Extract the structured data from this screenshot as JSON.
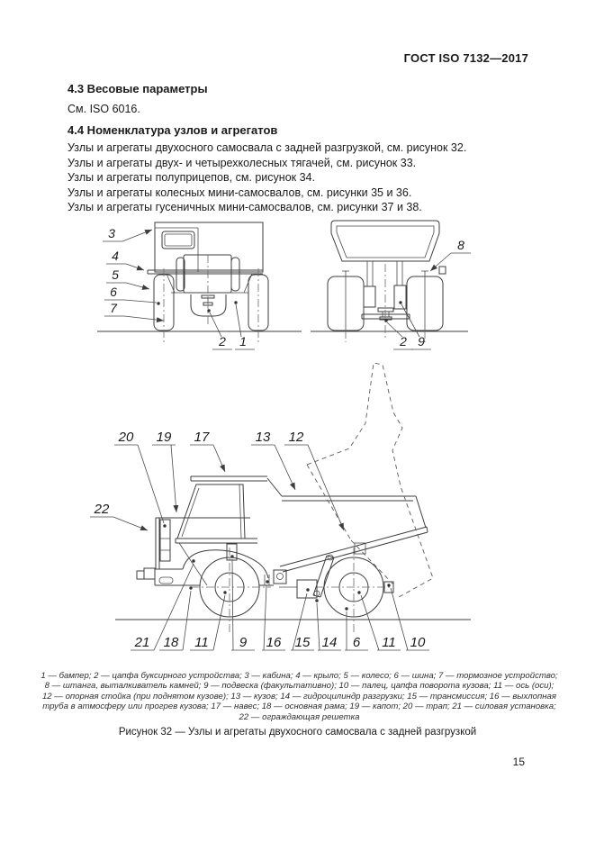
{
  "header": {
    "title": "ГОСТ ISO 7132—2017"
  },
  "section43": {
    "heading": "4.3 Весовые параметры",
    "body": "См. ISO 6016."
  },
  "section44": {
    "heading": "4.4 Номенклатура узлов и агрегатов",
    "lines": [
      "Узлы и агрегаты двухосного самосвала с задней разгрузкой, см. рисунок 32.",
      "Узлы и агрегаты двух- и четырехколесных тягачей, см. рисунок 33.",
      "Узлы и агрегаты полуприцепов, см. рисунок 34.",
      "Узлы и агрегаты колесных мини-самосвалов, см. рисунки 35 и 36.",
      "Узлы и агрегаты гусеничных мини-самосвалов, см. рисунки 37 и 38."
    ]
  },
  "figure": {
    "front_view": {
      "labels": [
        "3",
        "4",
        "5",
        "6",
        "7",
        "2",
        "1"
      ]
    },
    "rear_view": {
      "labels": [
        "8",
        "2",
        "9"
      ]
    },
    "side_view": {
      "top_labels": [
        "20",
        "19",
        "17",
        "13",
        "12"
      ],
      "left_label": "22",
      "bottom_labels": [
        "21",
        "18",
        "11",
        "9",
        "16",
        "15",
        "14",
        "6",
        "11",
        "10"
      ]
    },
    "legend_lines": [
      "1 — бампер; 2 — цапфа буксирного устройства; 3 — кабина; 4 — крыло; 5 — колесо; 6 — шина; 7 — тормозное устройство;",
      "8 — штанга, выталкиватель камней; 9 — подвеска (факультативно); 10 — палец, цапфа поворота кузова; 11 — ось (оси);",
      "12 — опорная стойка (при поднятом кузове); 13 — кузов; 14 — гидроцилиндр разгрузки; 15 — трансмиссия; 16 — выхлопная",
      "труба в атмосферу или прогрев кузова; 17 — навес; 18 — основная рама; 19 — капот; 20 — трап; 21 — силовая установка;",
      "22 — ограждающая решетка"
    ],
    "caption": "Рисунок 32 — Узлы и агрегаты двухосного самосвала с задней разгрузкой"
  },
  "page": {
    "number": "15"
  }
}
